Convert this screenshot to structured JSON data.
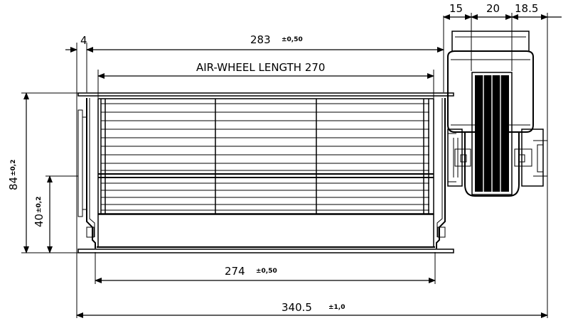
{
  "dimensions": {
    "length_283": {
      "value": "283",
      "tolerance": "±0,50"
    },
    "airwheel_length": {
      "label": "AIR-WHEEL LENGTH 270"
    },
    "length_274": {
      "value": "274",
      "tolerance": "±0,50"
    },
    "length_340_5": {
      "value": "340.5",
      "tolerance": "±1,0"
    },
    "height_84": {
      "value": "84",
      "tolerance": "±0,2"
    },
    "height_40": {
      "value": "40",
      "tolerance": "±0,2"
    },
    "offset_4": {
      "value": "4"
    },
    "motor_15": {
      "value": "15"
    },
    "motor_20": {
      "value": "20"
    },
    "motor_18_5": {
      "value": "18.5"
    }
  }
}
